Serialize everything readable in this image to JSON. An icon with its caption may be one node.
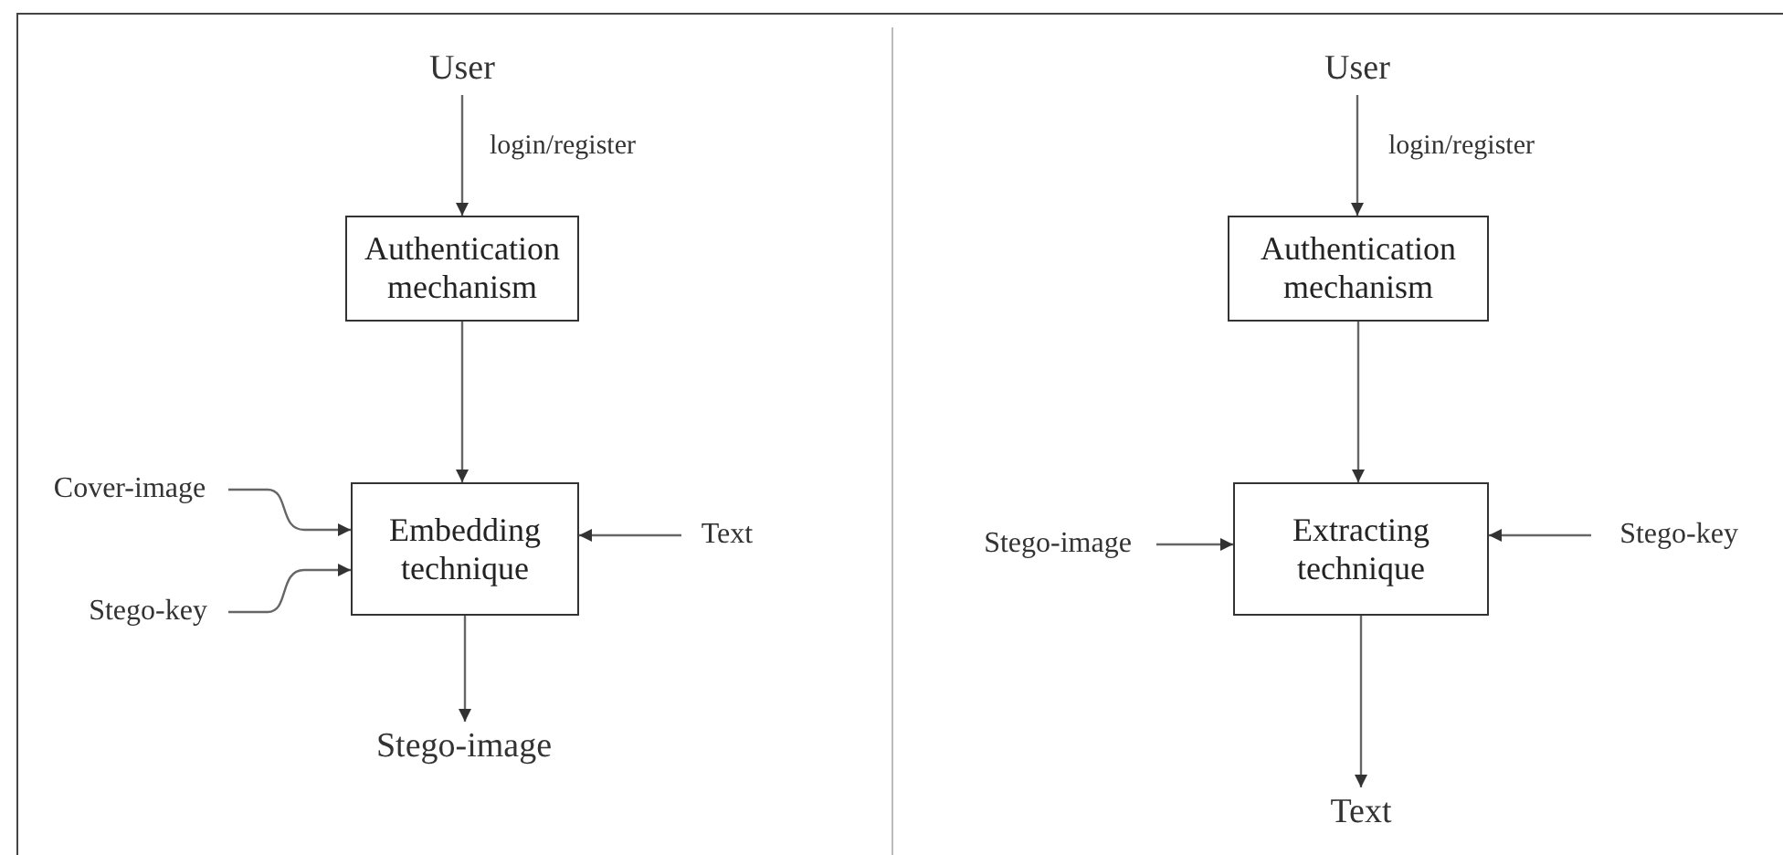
{
  "diagram": {
    "nodes": [
      {
        "text": [
          "User"
        ]
      },
      {
        "text": [
          "Authentication mechanism"
        ]
      },
      {
        "text": [
          "Cover-image"
        ]
      },
      {
        "text": [
          "Embedding technique"
        ]
      },
      {
        "text": [
          "Text"
        ]
      },
      {
        "text": [
          "Stego-key"
        ]
      },
      {
        "text": [
          "Stego-image"
        ]
      },
      {
        "text": [
          "User"
        ]
      },
      {
        "text": [
          "Authentication mechanism"
        ]
      },
      {
        "text": [
          "Stego-image"
        ]
      },
      {
        "text": [
          "Extracting technique"
        ]
      },
      {
        "text": [
          "Stego-key"
        ]
      },
      {
        "text": [
          "Text"
        ]
      }
    ],
    "edges": [
      {
        "from": 0,
        "to": 1,
        "arrow": "to",
        "label": "login/register"
      },
      {
        "from": 1,
        "to": 3,
        "arrow": "to"
      },
      {
        "from": 2,
        "to": 3,
        "arrow": "to"
      },
      {
        "from": 5,
        "to": 3,
        "arrow": "to"
      },
      {
        "from": 4,
        "to": 3,
        "arrow": "to"
      },
      {
        "from": 3,
        "to": 6,
        "arrow": "to"
      },
      {
        "from": 7,
        "to": 8,
        "arrow": "to",
        "label": "login/register"
      },
      {
        "from": 8,
        "to": 10,
        "arrow": "to"
      },
      {
        "from": 9,
        "to": 10,
        "arrow": "to"
      },
      {
        "from": 11,
        "to": 10,
        "arrow": "to"
      },
      {
        "from": 10,
        "to": 12,
        "arrow": "to"
      }
    ]
  }
}
